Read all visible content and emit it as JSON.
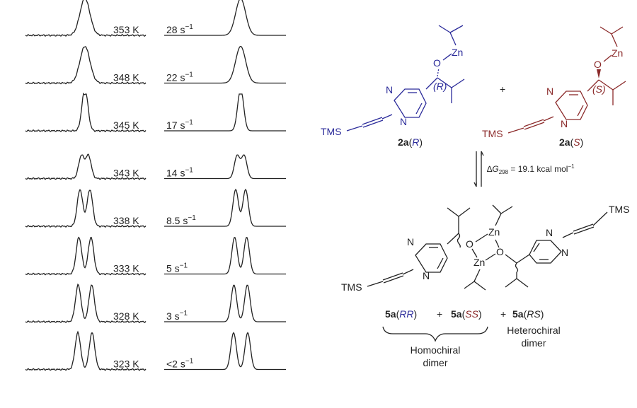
{
  "nmr": {
    "rows": [
      {
        "temp": "353 K",
        "rate": "28 s",
        "exp": "−1"
      },
      {
        "temp": "348 K",
        "rate": "22 s",
        "exp": "−1"
      },
      {
        "temp": "345 K",
        "rate": "17 s",
        "exp": "−1"
      },
      {
        "temp": "343 K",
        "rate": "14 s",
        "exp": "−1"
      },
      {
        "temp": "338 K",
        "rate": "8.5 s",
        "exp": "−1"
      },
      {
        "temp": "333 K",
        "rate": "5 s",
        "exp": "−1"
      },
      {
        "temp": "328 K",
        "rate": "3 s",
        "exp": "−1"
      },
      {
        "temp": "323 K",
        "rate": "<2 s",
        "exp": "−1"
      }
    ]
  },
  "scheme": {
    "plus": "+",
    "R_compound": {
      "bold": "2a",
      "paren_open": "(",
      "config": "R",
      "paren_close": ")",
      "stereo_label": "R"
    },
    "S_compound": {
      "bold": "2a",
      "paren_open": "(",
      "config": "S",
      "paren_close": ")",
      "stereo_label": "S"
    },
    "equilibrium": {
      "delta": "∆",
      "G": "G",
      "sub": "298",
      "value": " = 19.1 kcal mol",
      "exp": "−1"
    },
    "atoms": {
      "N": "N",
      "O": "O",
      "Zn": "Zn",
      "TMS": "TMS"
    },
    "dimers": {
      "rr": {
        "bold": "5a",
        "open": "(",
        "config": "RR",
        "close": ")"
      },
      "ss": {
        "bold": "5a",
        "open": "(",
        "config": "SS",
        "close": ")"
      },
      "rs": {
        "bold": "5a",
        "open": "(",
        "config": "RS",
        "close": ")"
      },
      "plus": "+",
      "homochiral_line1": "Homochiral",
      "homochiral_line2": "dimer",
      "heterochiral_line1": "Heterochiral",
      "heterochiral_line2": "dimer"
    }
  },
  "colors": {
    "R": "#2b2b9a",
    "S": "#8b2a2a",
    "ink": "#222222"
  }
}
